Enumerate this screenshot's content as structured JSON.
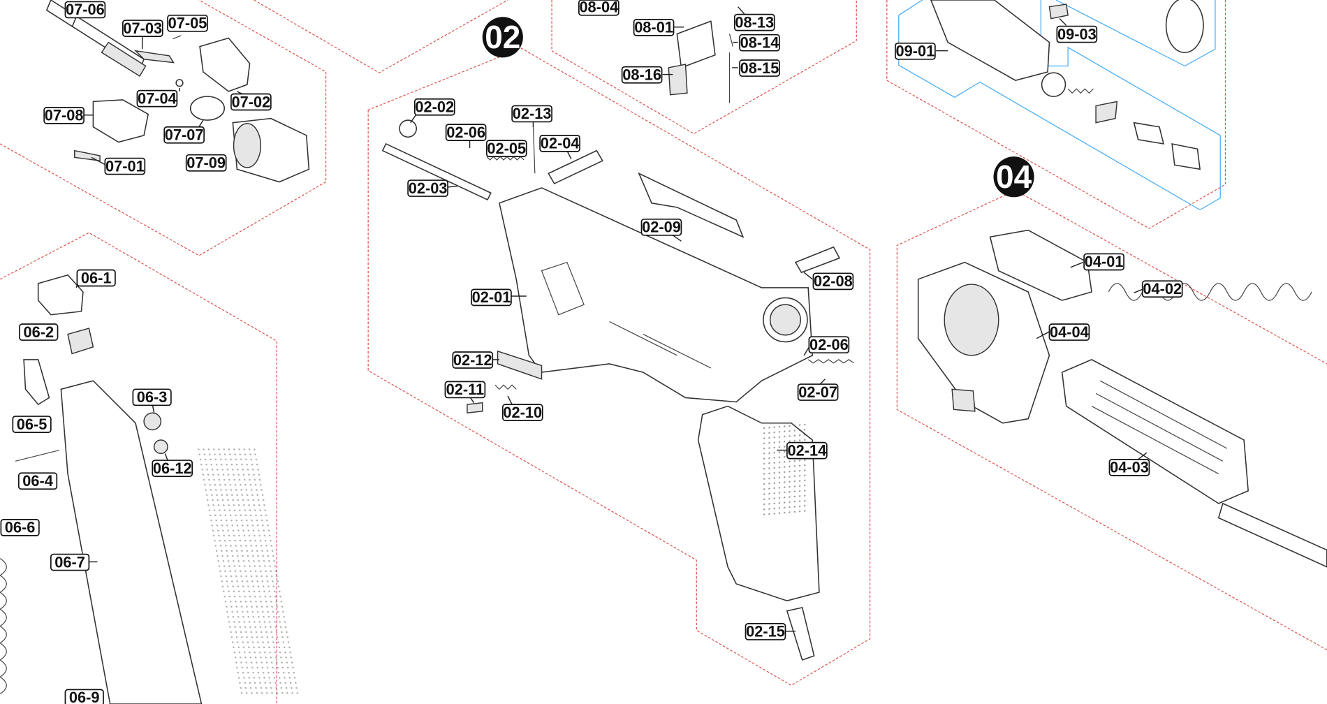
{
  "colors": {
    "background": "#ffffff",
    "group_outline": "#d9534f",
    "subgroup_outline": "#3fa9f5",
    "badge_fill": "#111111",
    "badge_text": "#ffffff",
    "ink": "#111111"
  },
  "groups": [
    {
      "id": "02",
      "label": "02"
    },
    {
      "id": "04",
      "label": "04"
    }
  ],
  "labels": {
    "07-06": "07-06",
    "07-03": "07-03",
    "07-05": "07-05",
    "07-04": "07-04",
    "07-02": "07-02",
    "07-08": "07-08",
    "07-07": "07-07",
    "07-01": "07-01",
    "07-09": "07-09",
    "06-1": "06-1",
    "06-2": "06-2",
    "06-3": "06-3",
    "06-5": "06-5",
    "06-12": "06-12",
    "06-4": "06-4",
    "06-6": "06-6",
    "06-7": "06-7",
    "06-9": "06-9",
    "02-02": "02-02",
    "02-13": "02-13",
    "02-06a": "02-06",
    "02-05": "02-05",
    "02-04": "02-04",
    "02-03": "02-03",
    "02-09": "02-09",
    "02-08": "02-08",
    "02-01": "02-01",
    "02-06b": "02-06",
    "02-12": "02-12",
    "02-07": "02-07",
    "02-11": "02-11",
    "02-10": "02-10",
    "02-14": "02-14",
    "02-15": "02-15",
    "08-04": "08-04",
    "08-01": "08-01",
    "08-13": "08-13",
    "08-14": "08-14",
    "08-16": "08-16",
    "08-15": "08-15",
    "09-01": "09-01",
    "09-03": "09-03",
    "04-01": "04-01",
    "04-02": "04-02",
    "04-04": "04-04",
    "04-03": "04-03"
  }
}
